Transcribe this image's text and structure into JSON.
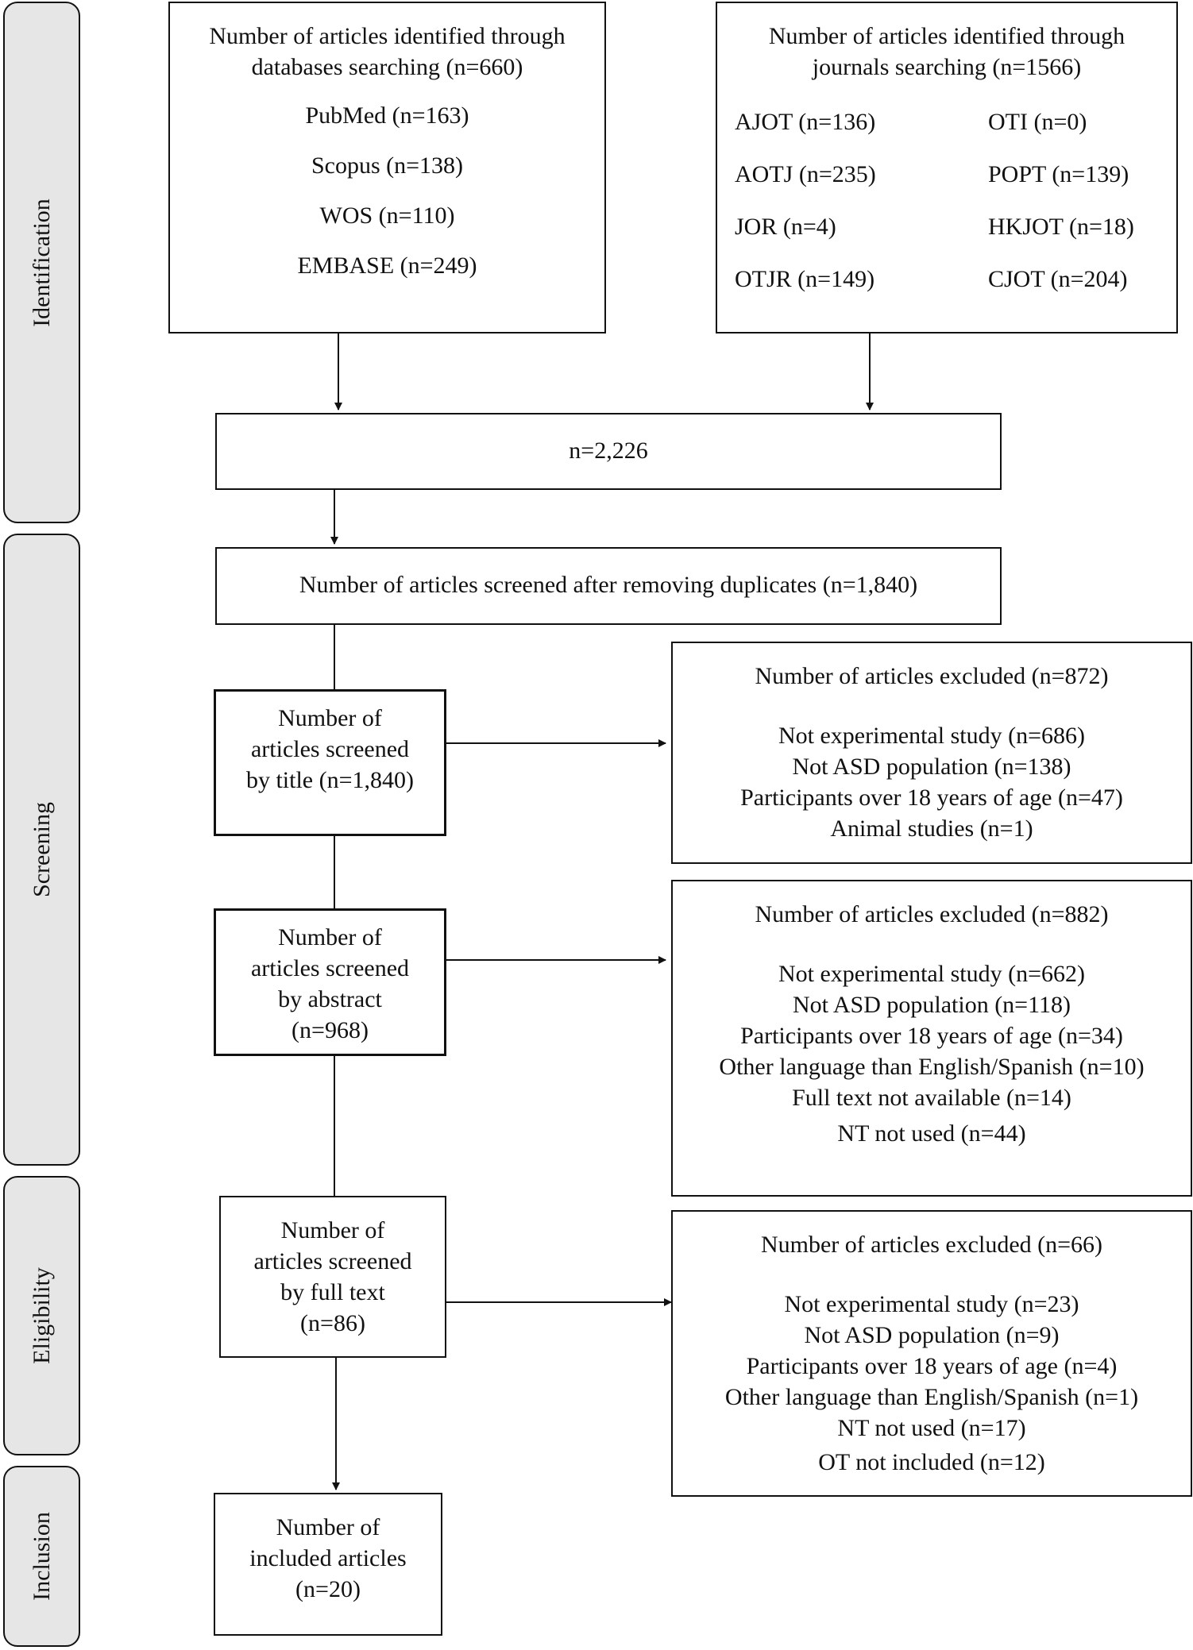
{
  "phases": {
    "identification": "Identification",
    "screening": "Screening",
    "eligibility": "Eligibility",
    "inclusion": "Inclusion"
  },
  "databases": {
    "title_line1": "Number of articles identified through",
    "title_line2": "databases searching (n=660)",
    "items": [
      "PubMed (n=163)",
      "Scopus (n=138)",
      "WOS (n=110)",
      "EMBASE (n=249)"
    ]
  },
  "journals": {
    "title_line1": "Number of articles identified through",
    "title_line2": "journals searching (n=1566)",
    "rows": [
      [
        "AJOT (n=136)",
        "OTI (n=0)"
      ],
      [
        "AOTJ (n=235)",
        "POPT (n=139)"
      ],
      [
        "JOR (n=4)",
        "HKJOT (n=18)"
      ],
      [
        "OTJR (n=149)",
        "CJOT (n=204)"
      ]
    ]
  },
  "combined": {
    "text": "n=2,226"
  },
  "deduplicated": {
    "text": "Number of articles screened after removing duplicates (n=1,840)"
  },
  "title_screen": {
    "lines": [
      "Number of",
      "articles screened",
      "by title (n=1,840)"
    ]
  },
  "title_excluded": {
    "heading": "Number of articles excluded (n=872)",
    "reasons": [
      "Not experimental study (n=686)",
      "Not ASD population (n=138)",
      "Participants over 18 years of age (n=47)",
      "Animal studies (n=1)"
    ]
  },
  "abstract_screen": {
    "lines": [
      "Number of",
      "articles screened",
      "by abstract",
      "(n=968)"
    ]
  },
  "abstract_excluded": {
    "heading": "Number of articles excluded (n=882)",
    "reasons": [
      "Not experimental study (n=662)",
      "Not ASD population (n=118)",
      "Participants over 18 years of age (n=34)",
      "Other language than English/Spanish (n=10)",
      "Full text not available (n=14)",
      "NT not used (n=44)"
    ]
  },
  "fulltext_screen": {
    "lines": [
      "Number of",
      "articles screened",
      "by full text",
      "(n=86)"
    ]
  },
  "fulltext_excluded": {
    "heading": "Number of articles excluded (n=66)",
    "reasons": [
      "Not experimental study (n=23)",
      "Not ASD population (n=9)",
      "Participants over 18 years of age (n=4)",
      "Other language than English/Spanish (n=1)",
      "NT not used (n=17)",
      "OT not included (n=12)"
    ]
  },
  "included": {
    "lines": [
      "Number of",
      "included articles",
      "(n=20)"
    ]
  }
}
